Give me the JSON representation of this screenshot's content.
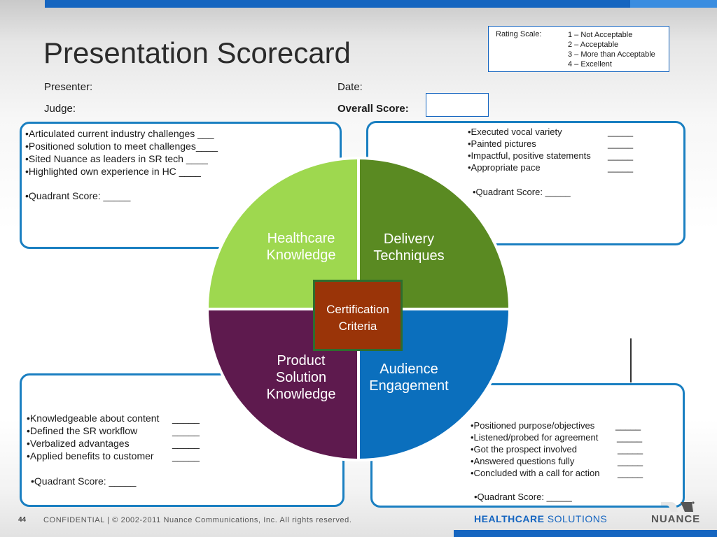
{
  "slide": {
    "title": "Presentation Scorecard",
    "presenter_label": "Presenter:",
    "date_label": "Date:",
    "judge_label": "Judge:",
    "overall_label": "Overall Score:"
  },
  "rating_scale": {
    "label": "Rating Scale:",
    "levels": [
      "1 – Not Acceptable",
      "2 – Acceptable",
      "3 – More than Acceptable",
      "4 – Excellent"
    ]
  },
  "panels": {
    "healthcare": {
      "items": [
        {
          "text": "•Articulated current industry challenges",
          "blank": "___"
        },
        {
          "text": "•Positioned solution to meet challenges",
          "blank": "____"
        },
        {
          "text": "•Sited Nuance as leaders in SR tech",
          "blank": "____"
        },
        {
          "text": "•Highlighted own experience in HC",
          "blank": "____"
        }
      ],
      "quadrant_label": "•Quadrant Score:",
      "quadrant_blank": "_____"
    },
    "delivery": {
      "items": [
        {
          "text": "•Executed vocal variety",
          "blank": "_____"
        },
        {
          "text": "•Painted pictures",
          "blank": "_____"
        },
        {
          "text": "•Impactful, positive statements",
          "blank": "_____"
        },
        {
          "text": "•Appropriate pace",
          "blank": "_____"
        }
      ],
      "quadrant_label": "•Quadrant Score:",
      "quadrant_blank": "_____"
    },
    "product": {
      "items": [
        {
          "text": "•Knowledgeable about content",
          "blank": "_____"
        },
        {
          "text": "•Defined the SR workflow",
          "blank": "_____"
        },
        {
          "text": "•Verbalized advantages",
          "blank": "_____"
        },
        {
          "text": "•Applied benefits to customer",
          "blank": "_____"
        }
      ],
      "quadrant_label": "•Quadrant Score:",
      "quadrant_blank": "_____"
    },
    "audience": {
      "items": [
        {
          "text": "•Positioned purpose/objectives",
          "blank": "_____"
        },
        {
          "text": "•Listened/probed for agreement",
          "blank": "_____"
        },
        {
          "text": "•Got the prospect involved",
          "blank": "_____"
        },
        {
          "text": "•Answered questions fully",
          "blank": "_____"
        },
        {
          "text": "•Concluded with a call for action",
          "blank": "_____"
        }
      ],
      "quadrant_label": "•Quadrant Score:",
      "quadrant_blank": "_____"
    }
  },
  "quadrants": {
    "healthcare": {
      "line1": "Healthcare",
      "line2": "Knowledge",
      "color": "#9ed84f"
    },
    "delivery": {
      "line1": "Delivery",
      "line2": "Techniques",
      "color": "#5a8a22"
    },
    "product": {
      "line1": "Product",
      "line2": "Solution",
      "line3": "Knowledge",
      "color": "#5e1a4e"
    },
    "audience": {
      "line1": "Audience",
      "line2": "Engagement",
      "color": "#0b6fbd"
    }
  },
  "center": {
    "line1": "Certification",
    "line2": "Criteria",
    "color": "#9a3408"
  },
  "footer": {
    "page": "44",
    "confidential": "CONFIDENTIAL | © 2002-2011 Nuance Communications, Inc. All rights reserved.",
    "division_bold": "HEALTHCARE",
    "division_rest": " SOLUTIONS",
    "brand": "NUANCE"
  }
}
